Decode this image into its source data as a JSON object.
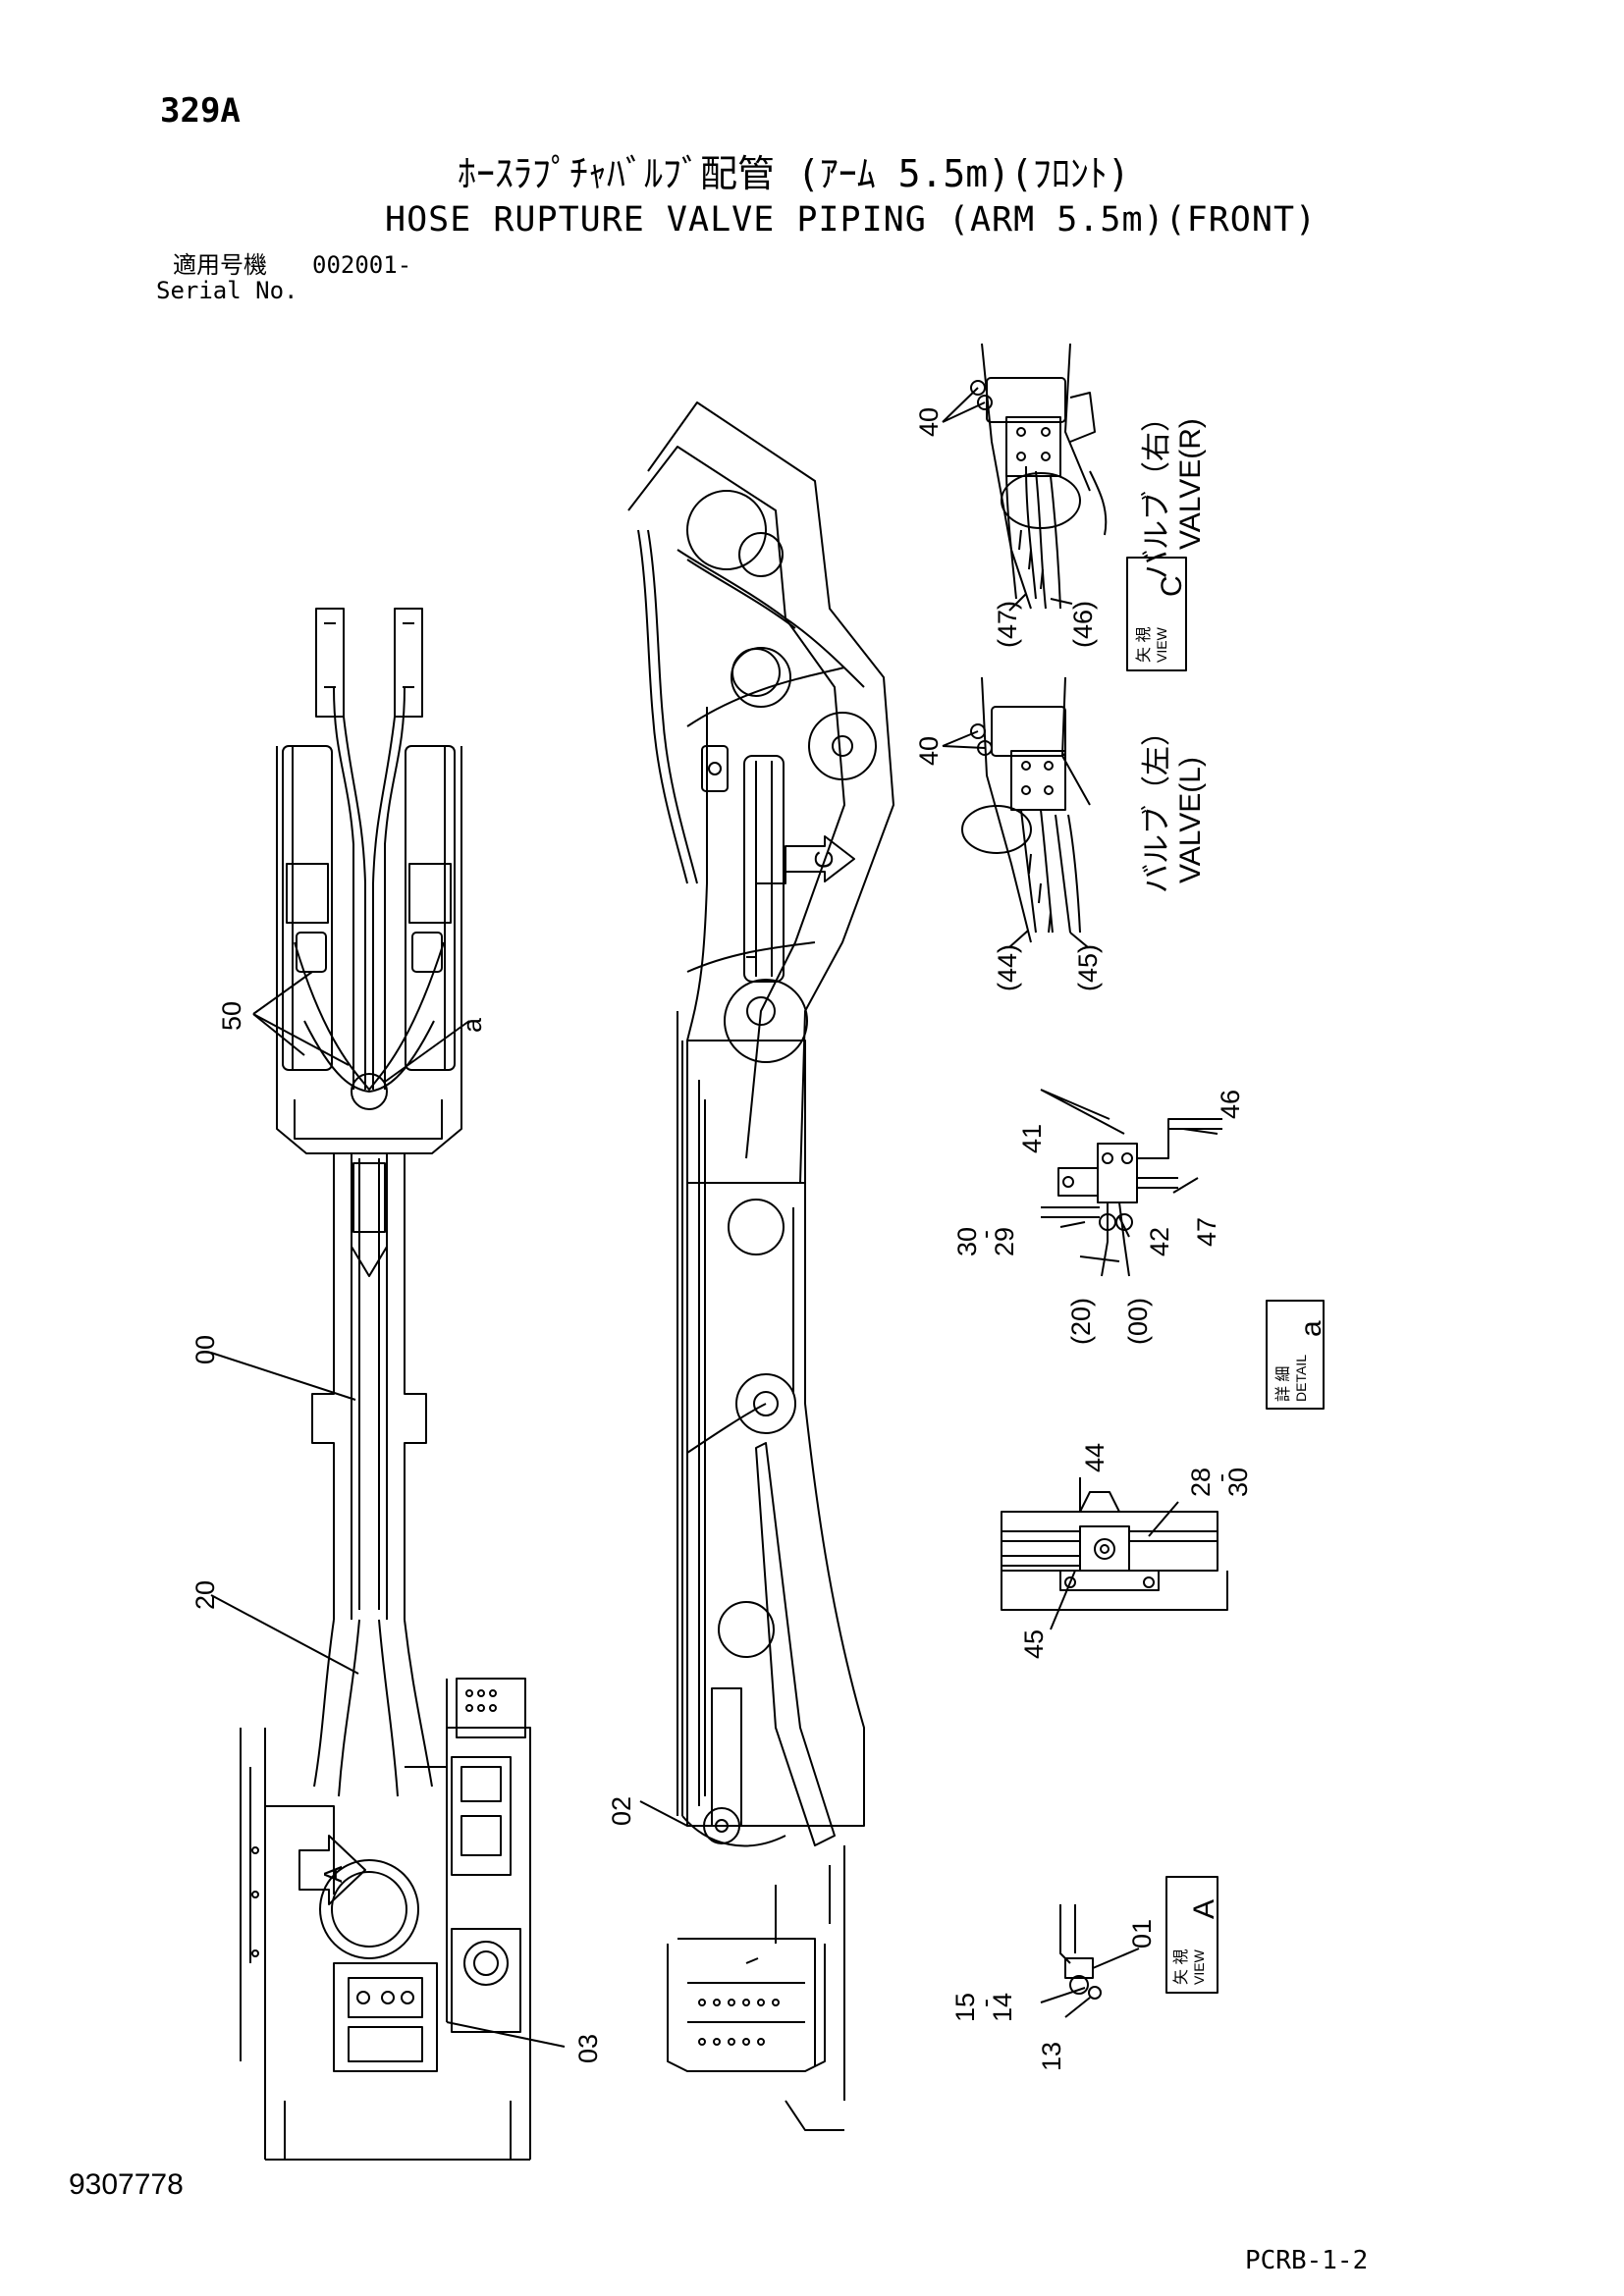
{
  "header": {
    "page_code": "329A",
    "title_jp": "ﾎｰｽﾗﾌﾟﾁｬﾊﾞﾙﾌﾞ配管 (ｱｰﾑ 5.5m)(ﾌﾛﾝﾄ)",
    "title_en": "HOSE RUPTURE VALVE PIPING (ARM 5.5m)(FRONT)",
    "serial_label_jp": "適用号機",
    "serial_value": "002001-",
    "serial_label_en": "Serial No."
  },
  "footer": {
    "doc_number": "9307778",
    "page_ref": "PCRB-1-2"
  },
  "views": {
    "valve_r": {
      "label_jp": "バルブ（右）",
      "label_en": "VALVE(R)",
      "box_jp": "矢 視",
      "box_en": "VIEW",
      "letter": "C"
    },
    "valve_l": {
      "label_jp": "バルブ（左）",
      "label_en": "VALVE(L)"
    },
    "detail_a": {
      "box_jp": "詳 細",
      "box_en": "DETAIL",
      "letter": "a"
    },
    "view_a": {
      "box_jp": "矢 視",
      "box_en": "VIEW",
      "letter": "A"
    }
  },
  "callouts": {
    "c50": "50",
    "ca": "a",
    "c00": "00",
    "c20": "20",
    "c02": "02",
    "c03": "03",
    "arrowA": "A",
    "arrowC": "C",
    "r40": "40",
    "r47": "(47)",
    "r46": "(46)",
    "l40": "40",
    "l44": "(44)",
    "l45": "(45)",
    "d41": "41",
    "d46": "46",
    "d30": "30",
    "d29": "29",
    "dtilde": "-",
    "d42": "42",
    "d47": "47",
    "d20p": "(20)",
    "d00p": "(00)",
    "e44": "44",
    "e28": "28",
    "e30": "30",
    "etilde": "-",
    "e45": "45",
    "f15": "15",
    "f14": "14",
    "ftilde": "-",
    "f13": "13",
    "f01": "01"
  }
}
